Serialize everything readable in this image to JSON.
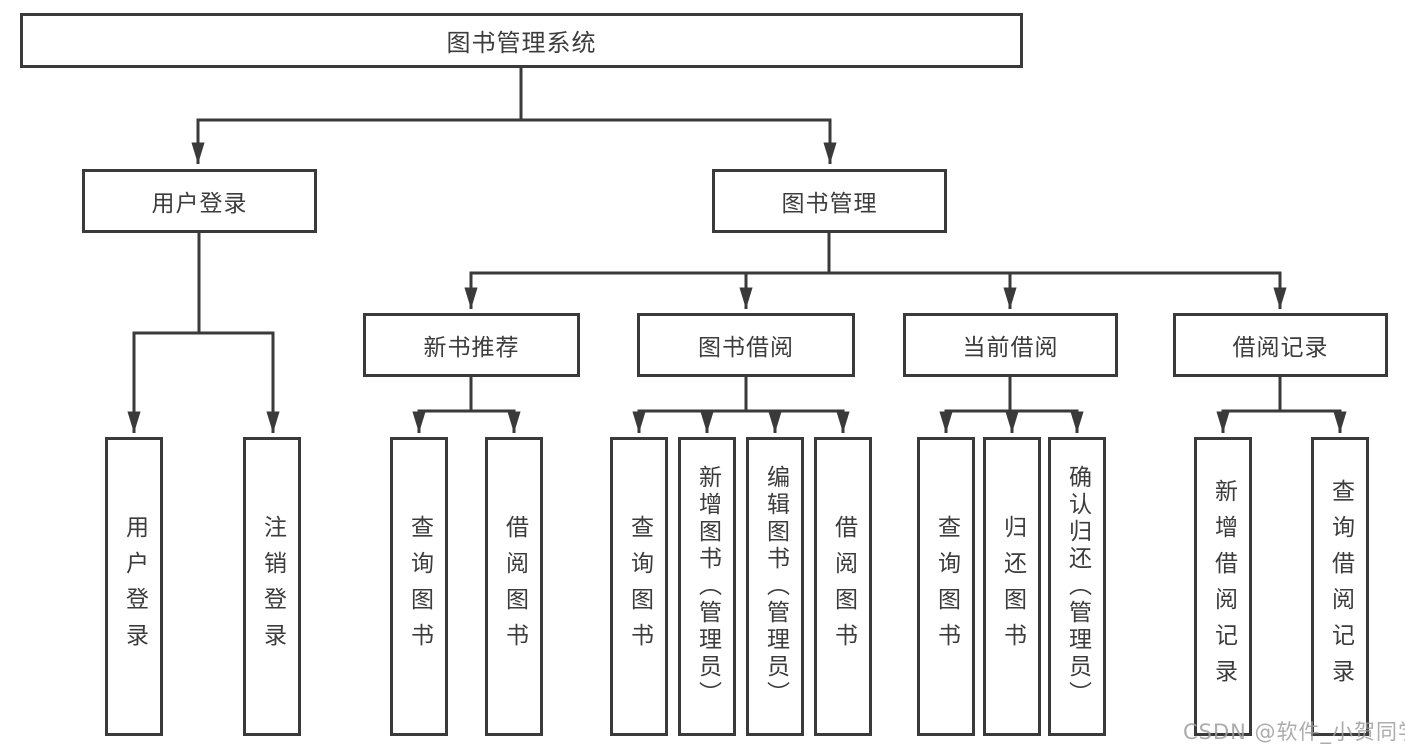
{
  "diagram": {
    "root": {
      "label": "图书管理系统"
    },
    "level2": [
      {
        "label": "用户登录"
      },
      {
        "label": "图书管理"
      }
    ],
    "level3": [
      {
        "label": "新书推荐"
      },
      {
        "label": "图书借阅"
      },
      {
        "label": "当前借阅"
      },
      {
        "label": "借阅记录"
      }
    ],
    "leaves": {
      "user_login": [
        "用户登录",
        "注销登录"
      ],
      "new_book": [
        "查询图书",
        "借阅图书"
      ],
      "book_borrow": [
        "查询图书",
        "新增图书（管理员）",
        "编辑图书（管理员）",
        "借阅图书"
      ],
      "current_borrow": [
        "查询图书",
        "归还图书",
        "确认归还（管理员）"
      ],
      "borrow_record": [
        "新增借阅记录",
        "查询借阅记录"
      ]
    }
  },
  "watermark": {
    "text": "CSDN @软件_小贺同学"
  },
  "colors": {
    "line": "#3a3a3a",
    "text": "#3c3c3c",
    "watermark": "#9e9e9e",
    "background": "#ffffff"
  }
}
